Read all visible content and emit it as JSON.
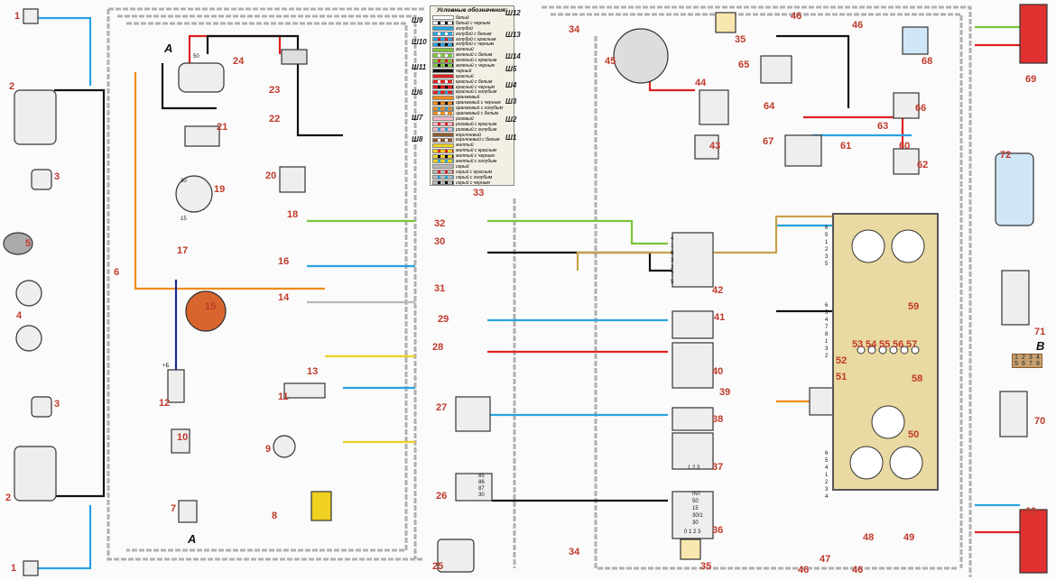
{
  "legend": {
    "title": "Условные обозначения:",
    "number": "33",
    "items": [
      {
        "label": "белый",
        "color": "#ffffff",
        "stripe": ""
      },
      {
        "label": "белый с черным",
        "color": "#ffffff",
        "stripe": "#000000"
      },
      {
        "label": "голубой",
        "color": "#29a3e0",
        "stripe": ""
      },
      {
        "label": "голубой с белым",
        "color": "#29a3e0",
        "stripe": "#ffffff"
      },
      {
        "label": "голубой с красным",
        "color": "#29a3e0",
        "stripe": "#e02020"
      },
      {
        "label": "голубой с черным",
        "color": "#29a3e0",
        "stripe": "#000000"
      },
      {
        "label": "зеленый",
        "color": "#7cc63a",
        "stripe": ""
      },
      {
        "label": "зеленый с белым",
        "color": "#7cc63a",
        "stripe": "#ffffff"
      },
      {
        "label": "зеленый с красным",
        "color": "#7cc63a",
        "stripe": "#e02020"
      },
      {
        "label": "зеленый с черным",
        "color": "#7cc63a",
        "stripe": "#000000"
      },
      {
        "label": "черный",
        "color": "#111111",
        "stripe": ""
      },
      {
        "label": "красный",
        "color": "#e02020",
        "stripe": ""
      },
      {
        "label": "красный с белым",
        "color": "#e02020",
        "stripe": "#ffffff"
      },
      {
        "label": "красный с черным",
        "color": "#e02020",
        "stripe": "#000000"
      },
      {
        "label": "красный с голубым",
        "color": "#e02020",
        "stripe": "#29a3e0"
      },
      {
        "label": "оранжевый",
        "color": "#f08a1c",
        "stripe": ""
      },
      {
        "label": "оранжевый с черным",
        "color": "#f08a1c",
        "stripe": "#000000"
      },
      {
        "label": "оранжевый с голубым",
        "color": "#f08a1c",
        "stripe": "#29a3e0"
      },
      {
        "label": "оранжевый с белым",
        "color": "#f08a1c",
        "stripe": "#ffffff"
      },
      {
        "label": "розовый",
        "color": "#f4b8c8",
        "stripe": ""
      },
      {
        "label": "розовый с красным",
        "color": "#f4b8c8",
        "stripe": "#e02020"
      },
      {
        "label": "розовый с голубым",
        "color": "#f4b8c8",
        "stripe": "#29a3e0"
      },
      {
        "label": "коричневый",
        "color": "#8b5a2b",
        "stripe": ""
      },
      {
        "label": "коричневый с белым",
        "color": "#8b5a2b",
        "stripe": "#ffffff"
      },
      {
        "label": "желтый",
        "color": "#f0d020",
        "stripe": ""
      },
      {
        "label": "желтый с красным",
        "color": "#f0d020",
        "stripe": "#e02020"
      },
      {
        "label": "желтый с черным",
        "color": "#f0d020",
        "stripe": "#000000"
      },
      {
        "label": "желтый с голубым",
        "color": "#f0d020",
        "stripe": "#29a3e0"
      },
      {
        "label": "серый",
        "color": "#b8b8b8",
        "stripe": ""
      },
      {
        "label": "серый с красным",
        "color": "#b8b8b8",
        "stripe": "#e02020"
      },
      {
        "label": "серый с голубым",
        "color": "#b8b8b8",
        "stripe": "#29a3e0"
      },
      {
        "label": "серый с черным",
        "color": "#b8b8b8",
        "stripe": "#000000"
      }
    ]
  },
  "connectors_left": [
    "Ш9",
    "Ш10",
    "Ш11",
    "Ш6",
    "Ш7",
    "Ш8"
  ],
  "connectors_right": [
    "Ш12",
    "Ш13",
    "Ш14",
    "Ш5",
    "Ш4",
    "Ш3",
    "Ш2",
    "Ш1"
  ],
  "component_labels": [
    "1",
    "2",
    "3",
    "5",
    "6",
    "4",
    "3",
    "2",
    "1",
    "24",
    "23",
    "21",
    "22",
    "19",
    "20",
    "18",
    "17",
    "16",
    "15",
    "14",
    "13",
    "12",
    "11",
    "10",
    "9",
    "8",
    "7",
    "34",
    "35",
    "45",
    "44",
    "46",
    "46",
    "68",
    "65",
    "64",
    "67",
    "43",
    "66",
    "63",
    "62",
    "69",
    "72",
    "32",
    "30",
    "31",
    "29",
    "28",
    "27",
    "26",
    "25",
    "34",
    "35",
    "42",
    "41",
    "40",
    "39",
    "38",
    "37",
    "36",
    "61",
    "60",
    "59",
    "58",
    "53",
    "54",
    "55",
    "56",
    "57",
    "52",
    "51",
    "50",
    "49",
    "48",
    "47",
    "46",
    "46",
    "71",
    "70",
    "69"
  ],
  "letters": [
    "A",
    "A",
    "B"
  ],
  "connector_b_pins": [
    "1",
    "2",
    "3",
    "4",
    "5",
    "6",
    "7",
    "8"
  ],
  "relay_26_pins": [
    "85",
    "86",
    "87",
    "30"
  ],
  "switch_36_pins": [
    "INT",
    "50",
    "15",
    "30/1",
    "30"
  ],
  "switch_36_positions": "0 1 2 3",
  "switch_37_positions": "1 2 3",
  "block_pins_42": [
    "4",
    "1",
    "8",
    "3",
    "2",
    "7",
    "5"
  ],
  "block_pins_panel": [
    "6",
    "5",
    "1",
    "2",
    "3",
    "5",
    "6",
    "5",
    "4",
    "7",
    "8",
    "1",
    "3",
    "2",
    "6",
    "5",
    "4",
    "1",
    "2",
    "3",
    "4"
  ],
  "coil_terminal": "+Б",
  "starter_terminal": "50",
  "generator_terminals": [
    "30",
    "15"
  ]
}
